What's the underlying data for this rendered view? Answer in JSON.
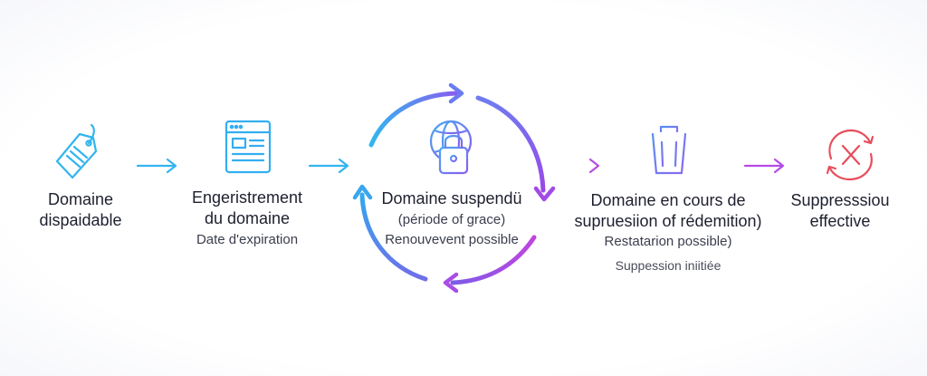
{
  "colors": {
    "blue": "#33b5ee",
    "violet": "#8a5cf0",
    "purple": "#b44be6",
    "red": "#e84d5b",
    "text": "#1d1f2e"
  },
  "steps": [
    {
      "icon": "price-tag-icon",
      "title_lines": [
        "Domaine",
        "dispaidable"
      ],
      "notes": []
    },
    {
      "icon": "browser-window-icon",
      "title_lines": [
        "Engeristrement",
        "du domaine"
      ],
      "notes": [
        "Date d'expiration"
      ]
    },
    {
      "icon": "globe-lock-icon",
      "title_lines": [
        "Domaine suspendü"
      ],
      "notes": [
        "(période of grace)",
        "Renouvevent possible"
      ]
    },
    {
      "icon": "trash-bin-icon",
      "title_lines": [
        "Domaine en cours de",
        "supruesiion of rédemition)"
      ],
      "notes": [
        "Restatarion possible)",
        "Suppession iniitiée"
      ]
    },
    {
      "icon": "cancel-cycle-icon",
      "title_lines": [
        "Suppresssiou",
        "effective"
      ],
      "notes": []
    }
  ]
}
